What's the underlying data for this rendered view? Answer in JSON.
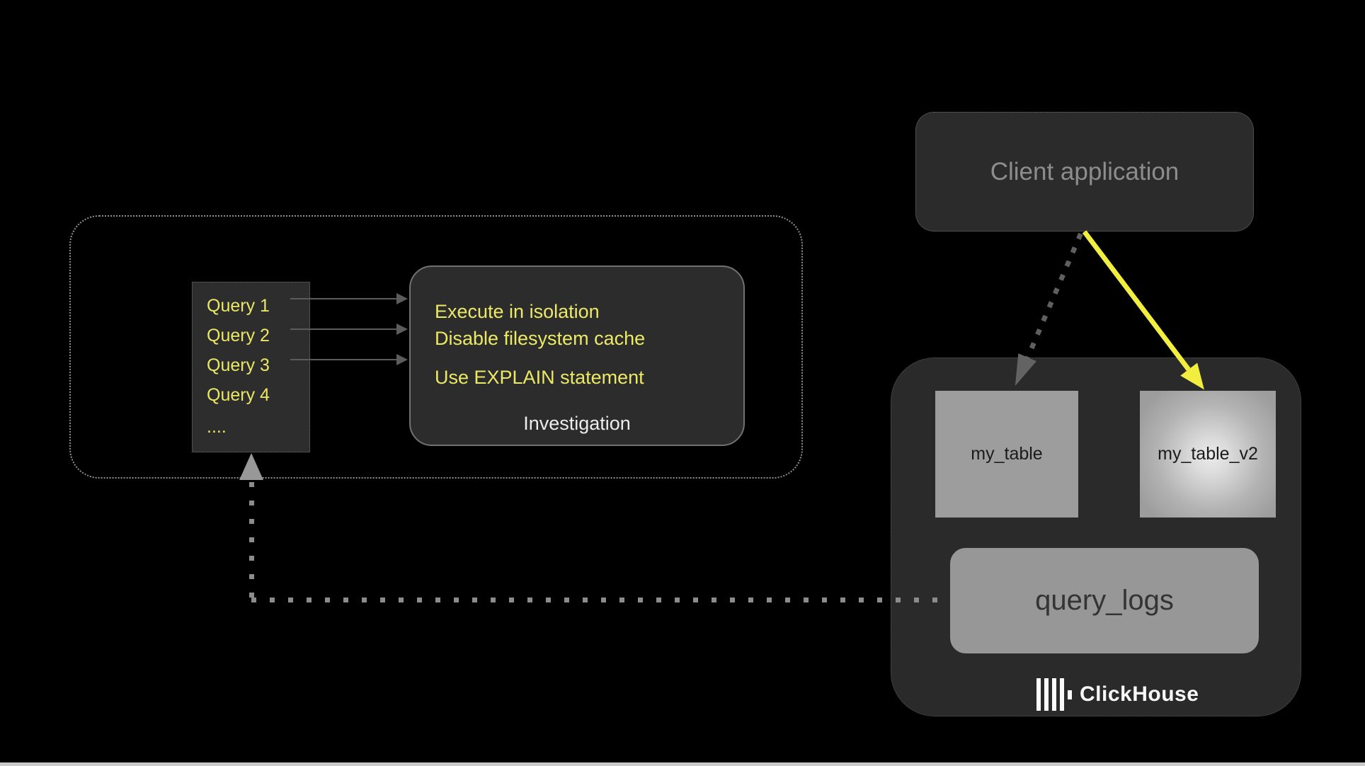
{
  "diagram": {
    "query_list": {
      "items": [
        "Query 1",
        "Query 2",
        "Query 3",
        "Query 4",
        "...."
      ]
    },
    "investigation": {
      "tips": [
        "Execute in isolation",
        "Disable filesystem cache",
        "Use EXPLAIN statement"
      ],
      "caption": "Investigation"
    },
    "client": {
      "label": "Client application"
    },
    "clickhouse": {
      "tables": [
        {
          "label": "my_table"
        },
        {
          "label": "my_table_v2"
        }
      ],
      "query_logs": {
        "label": "query_logs"
      },
      "brand": {
        "label": "ClickHouse",
        "icon": "clickhouse-bars-logo"
      }
    },
    "colors": {
      "background": "#000000",
      "panel_dark": "#2b2b2b",
      "table_gray": "#9d9d9d",
      "highlight_text_yellow": "#ece967",
      "arrow_yellow": "#f1ee3f",
      "muted_text_gray": "#8d8d8d",
      "connector_gray": "#8c8c8c"
    }
  }
}
